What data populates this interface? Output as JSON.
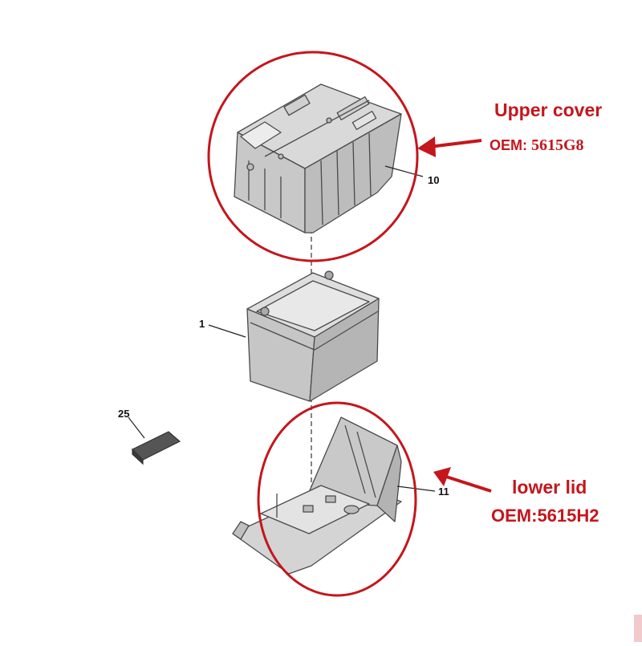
{
  "parts": {
    "upper_cover": "10",
    "battery": "1",
    "pad": "25",
    "lower_lid": "11"
  },
  "callouts": {
    "upper": {
      "title": "Upper cover",
      "oem_prefix": "OEM: ",
      "oem_code": "5615G8"
    },
    "lower": {
      "title": "lower lid",
      "oem": "OEM:5615H2"
    }
  },
  "colors": {
    "annotation_red": "#c4161c",
    "part_fill": "#d6d6d6",
    "part_stroke": "#4a4a4a"
  }
}
